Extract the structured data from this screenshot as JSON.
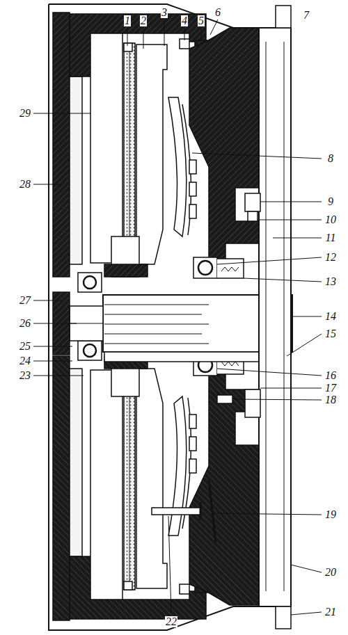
{
  "diagram": {
    "labels": [
      "1",
      "2",
      "3",
      "4",
      "5",
      "6",
      "7",
      "8",
      "9",
      "10",
      "11",
      "12",
      "13",
      "14",
      "15",
      "16",
      "17",
      "18",
      "19",
      "20",
      "21",
      "22",
      "23",
      "24",
      "25",
      "26",
      "27",
      "28",
      "29"
    ]
  }
}
